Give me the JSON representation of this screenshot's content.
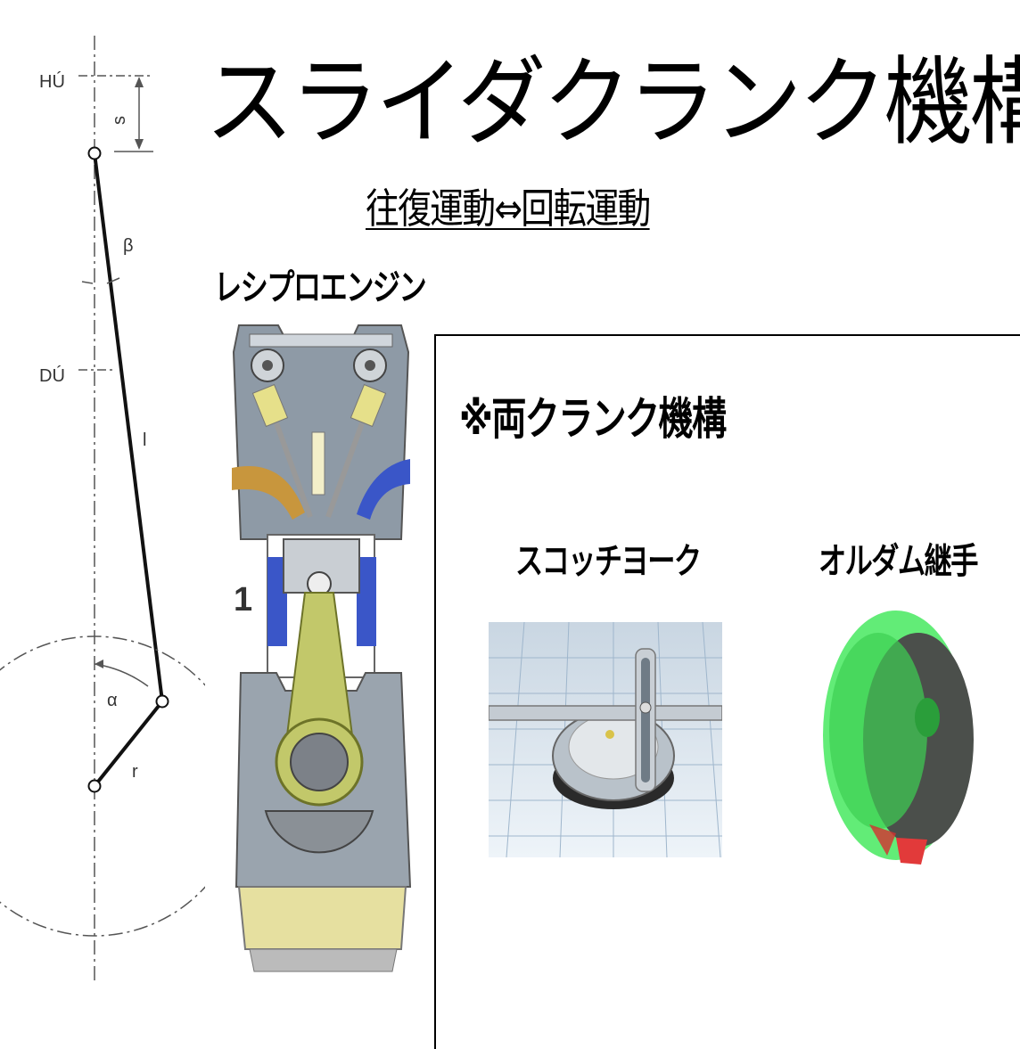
{
  "title": "スライダクランク機構",
  "subtitle": "往復運動⇔回転運動",
  "engine_label": "レシプロエンジン",
  "box": {
    "title": "※両クランク機構",
    "scotch_yoke_label": "スコッチヨーク",
    "oldham_label": "オルダム継手"
  },
  "diagram": {
    "top_dead_center": "HÚ",
    "bottom_dead_center": "DÚ",
    "stroke": "s",
    "rod_angle": "β",
    "rod_length": "l",
    "crank_angle": "α",
    "crank_radius": "r"
  },
  "engine_badge": "1"
}
